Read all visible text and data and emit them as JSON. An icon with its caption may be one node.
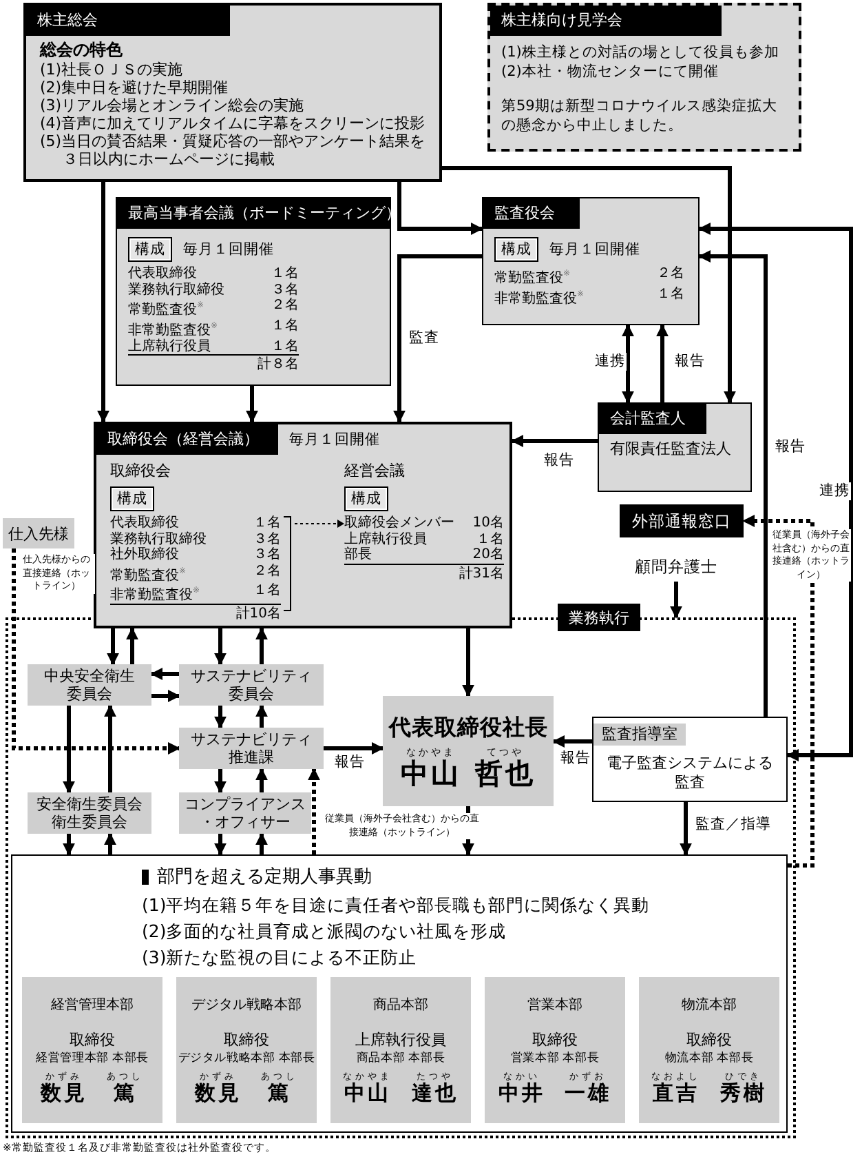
{
  "diagram": {
    "nodes": [
      {
        "text": [
          "株主総会",
          "総会の特色",
          "(1)社長ＯＪＳの実施",
          "(2)集中日を避けた早期開催",
          "(3)リアル会場とオンライン総会の実施",
          "(4)音声に加えてリアルタイムに字幕をスクリーンに投影",
          "(5)当日の賛否結果・質疑応答の一部やアンケート結果を３日以内にホームページに掲載"
        ]
      },
      {
        "text": [
          "株主様向け見学会",
          "(1)株主様との対話の場として役員も参加",
          "(2)本社・物流センターにて開催",
          "第59期は新型コロナウイルス感染症拡大の懸念から中止しました。"
        ]
      },
      {
        "text": [
          "最高当事者会議（ボードミーティング）",
          "構成",
          "毎月１回開催",
          "代表取締役",
          "１名",
          "業務執行取締役",
          "３名",
          "常勤監査役$^{※}$",
          "２名",
          "非常勤監査役$^{※}$",
          "１名",
          "上席執行役員",
          "１名",
          "計８名"
        ]
      },
      {
        "text": [
          "監査役会",
          "構成",
          "毎月１回開催",
          "常勤監査役$^{※}$",
          "２名",
          "非常勤監査役$^{※}$",
          "１名"
        ]
      },
      {
        "text": [
          "会計監査人",
          "有限責任監査法人"
        ]
      },
      {
        "text": [
          "取締役会（経営会議）",
          "毎月１回開催",
          "取締役会",
          "構成",
          "代表取締役",
          "１名",
          "業務執行取締役",
          "３名",
          "社外取締役",
          "３名",
          "常勤監査役$^{※}$",
          "２名",
          "非常勤監査役$^{※}$",
          "１名",
          "計10名",
          "経営会議",
          "構成",
          "取締役会メンバー",
          "10名",
          "上席執行役員",
          "１名",
          "部長",
          "20名",
          "計31名"
        ]
      },
      {
        "text": [
          "仕入先様"
        ]
      },
      {
        "text": [
          "外部通報窓口"
        ]
      },
      {
        "text": [
          "顧問弁護士"
        ]
      },
      {
        "text": [
          "業務執行"
        ]
      },
      {
        "text": [
          "中央安全衛生委員会"
        ],
        "in": 9
      },
      {
        "text": [
          "サステナビリティ委員会"
        ],
        "in": 9
      },
      {
        "text": [
          "サステナビリティ推進課"
        ],
        "in": 9
      },
      {
        "text": [
          "代表取締役社長",
          "なかやま",
          "中山",
          "てつや",
          "哲也"
        ],
        "in": 9
      },
      {
        "text": [
          "監査指導室",
          "電子監査システムによる監査"
        ],
        "in": 9
      },
      {
        "text": [
          "安全衛生委員会",
          "衛生委員会"
        ],
        "in": 9
      },
      {
        "text": [
          "コンプライアンス・オフィサー"
        ],
        "in": 9
      },
      {
        "text": [
          "部門を超える定期人事異動",
          "(1)平均在籍５年を目途に責任者や部長職も部門に関係なく異動",
          "(2)多面的な社員育成と派閥のない社風を形成",
          "(3)新たな監視の目による不正防止"
        ],
        "in": 9
      },
      {
        "text": [
          "経営管理本部",
          "取締役",
          "経営管理本部 本部長",
          "かずみ",
          "数見",
          "あつし",
          "篤"
        ],
        "in": 17
      },
      {
        "text": [
          "デジタル戦略本部",
          "取締役",
          "デジタル戦略本部 本部長",
          "かずみ",
          "数見",
          "あつし",
          "篤"
        ],
        "in": 17
      },
      {
        "text": [
          "商品本部",
          "上席執行役員",
          "商品本部 本部長",
          "なかやま",
          "中山",
          "たつや",
          "達也"
        ],
        "in": 17
      },
      {
        "text": [
          "営業本部",
          "取締役",
          "営業本部 本部長",
          "なかい",
          "中井",
          "かずお",
          "一雄"
        ],
        "in": 17
      },
      {
        "text": [
          "物流本部",
          "取締役",
          "物流本部 本部長",
          "なおよし",
          "直吉",
          "ひでき",
          "秀樹"
        ],
        "in": 17
      }
    ],
    "edges": [
      {
        "from": 0,
        "to": 5,
        "arrow": "to"
      },
      {
        "from": 0,
        "to": 3,
        "arrow": "to"
      },
      {
        "from": 0,
        "to": 4,
        "arrow": "to"
      },
      {
        "from": 2,
        "to": 5,
        "arrow": "to"
      },
      {
        "from": 3,
        "to": 5,
        "arrow": "to",
        "label": "監査"
      },
      {
        "from": 3,
        "to": 4,
        "arrow": "both",
        "label": "連携"
      },
      {
        "from": 4,
        "to": 3,
        "arrow": "to",
        "label": "報告"
      },
      {
        "from": 4,
        "to": 5,
        "arrow": "to",
        "label": "報告"
      },
      {
        "from": 14,
        "to": 3,
        "arrow": "both",
        "label": "連携"
      },
      {
        "from": 14,
        "to": 3,
        "arrow": "to",
        "label": "報告"
      },
      {
        "from": 5,
        "to": 10,
        "arrow": "to"
      },
      {
        "from": 10,
        "to": 5,
        "arrow": "to"
      },
      {
        "from": 5,
        "to": 11,
        "arrow": "to"
      },
      {
        "from": 11,
        "to": 5,
        "arrow": "to"
      },
      {
        "from": 5,
        "to": 13,
        "arrow": "to"
      },
      {
        "from": 11,
        "to": 10,
        "arrow": "to"
      },
      {
        "from": 10,
        "to": 11,
        "arrow": "to"
      },
      {
        "from": 11,
        "to": 12,
        "arrow": "to"
      },
      {
        "from": 12,
        "to": 11,
        "arrow": "to"
      },
      {
        "from": 10,
        "to": 15,
        "arrow": "to"
      },
      {
        "from": 15,
        "to": 10,
        "arrow": "to"
      },
      {
        "from": 12,
        "to": 16,
        "arrow": "to"
      },
      {
        "from": 16,
        "to": 12,
        "arrow": "to"
      },
      {
        "from": 12,
        "to": 13,
        "arrow": "to",
        "label": "報告"
      },
      {
        "from": 14,
        "to": 13,
        "arrow": "to",
        "label": "報告"
      },
      {
        "from": 13,
        "to": 17,
        "arrow": "to"
      },
      {
        "from": 15,
        "to": 17,
        "arrow": "to"
      },
      {
        "from": 17,
        "to": 15,
        "arrow": "to"
      },
      {
        "from": 16,
        "to": 17,
        "arrow": "to"
      },
      {
        "from": 17,
        "to": 16,
        "arrow": "to"
      },
      {
        "from": 14,
        "to": 17,
        "arrow": "to",
        "label": "監査／指導"
      },
      {
        "from": 8,
        "to": 9,
        "arrow": "to"
      },
      {
        "from": 6,
        "to": 12,
        "arrow": "to",
        "style": "dashed",
        "label": "仕入先様からの直接連絡（ホットライン）"
      },
      {
        "from": 17,
        "to": 12,
        "arrow": "to",
        "style": "dashed",
        "label": "従業員（海外子会社含む）からの直接連絡（ホットライン）"
      },
      {
        "from": 17,
        "to": 7,
        "arrow": "to",
        "style": "dashed",
        "label": "従業員（海外子会社含む）からの直接連絡（ホットライン）"
      }
    ],
    "labels": [
      "※常勤監査役１名及び非常勤監査役は社外監査役です。"
    ]
  }
}
